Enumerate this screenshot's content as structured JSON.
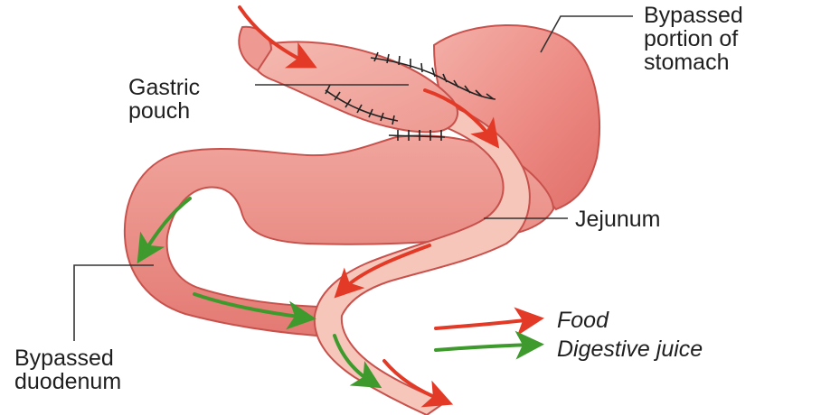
{
  "labels": {
    "bypassed_stomach": "Bypassed\nportion of\nstomach",
    "gastric_pouch": "Gastric\npouch",
    "jejunum": "Jejunum",
    "bypassed_duodenum": "Bypassed\nduodenum"
  },
  "legend": {
    "food": "Food",
    "digestive_juice": "Digestive juice"
  },
  "colors": {
    "food_arrow": "#e23a26",
    "digestive_juice_arrow": "#3e9a2c",
    "tissue": "#ec8a83",
    "tissue_light": "#f6c6bb",
    "outline": "#c8514c",
    "staples": "#222222"
  }
}
